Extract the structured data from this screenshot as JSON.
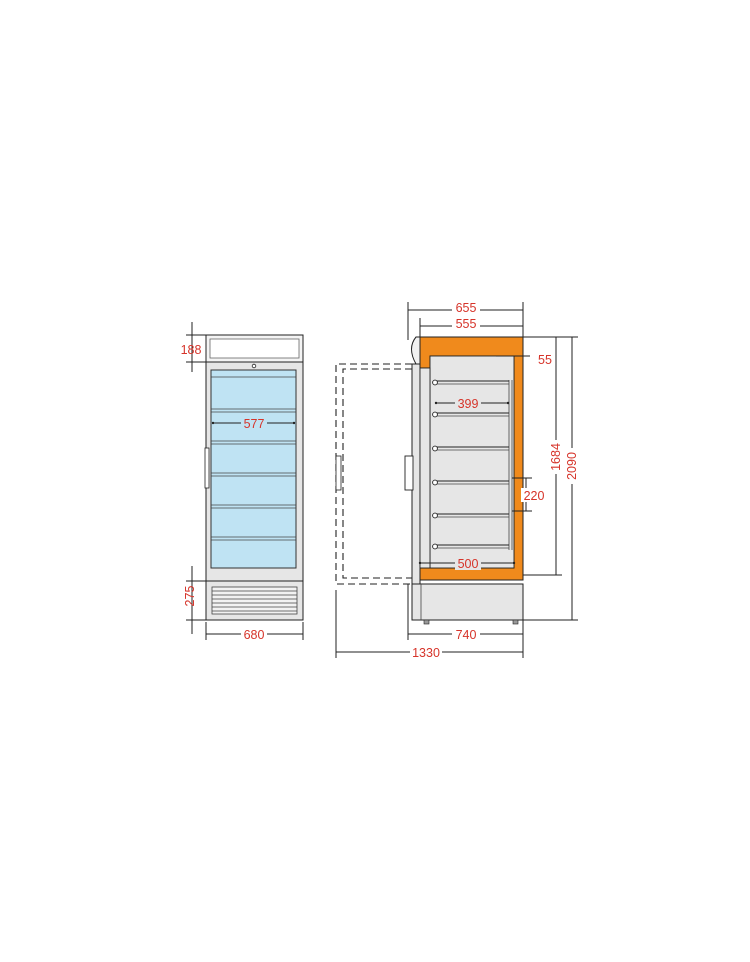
{
  "dimensions": {
    "front_canopy_height": "188",
    "front_inner_width": "577",
    "front_base_height": "275",
    "front_width": "680",
    "side_top_outer": "655",
    "side_top_inner": "555",
    "side_wall_thickness": "55",
    "shelf_depth": "399",
    "shelf_spacing": "220",
    "inner_bottom_depth": "500",
    "inner_height": "1684",
    "total_height": "2090",
    "total_depth": "740",
    "door_open_depth": "1330"
  },
  "colors": {
    "dimension_text": "#d6342a",
    "insulation": "#f08a1c",
    "glass": "#bfe3f3",
    "body": "#e6e6e6"
  }
}
